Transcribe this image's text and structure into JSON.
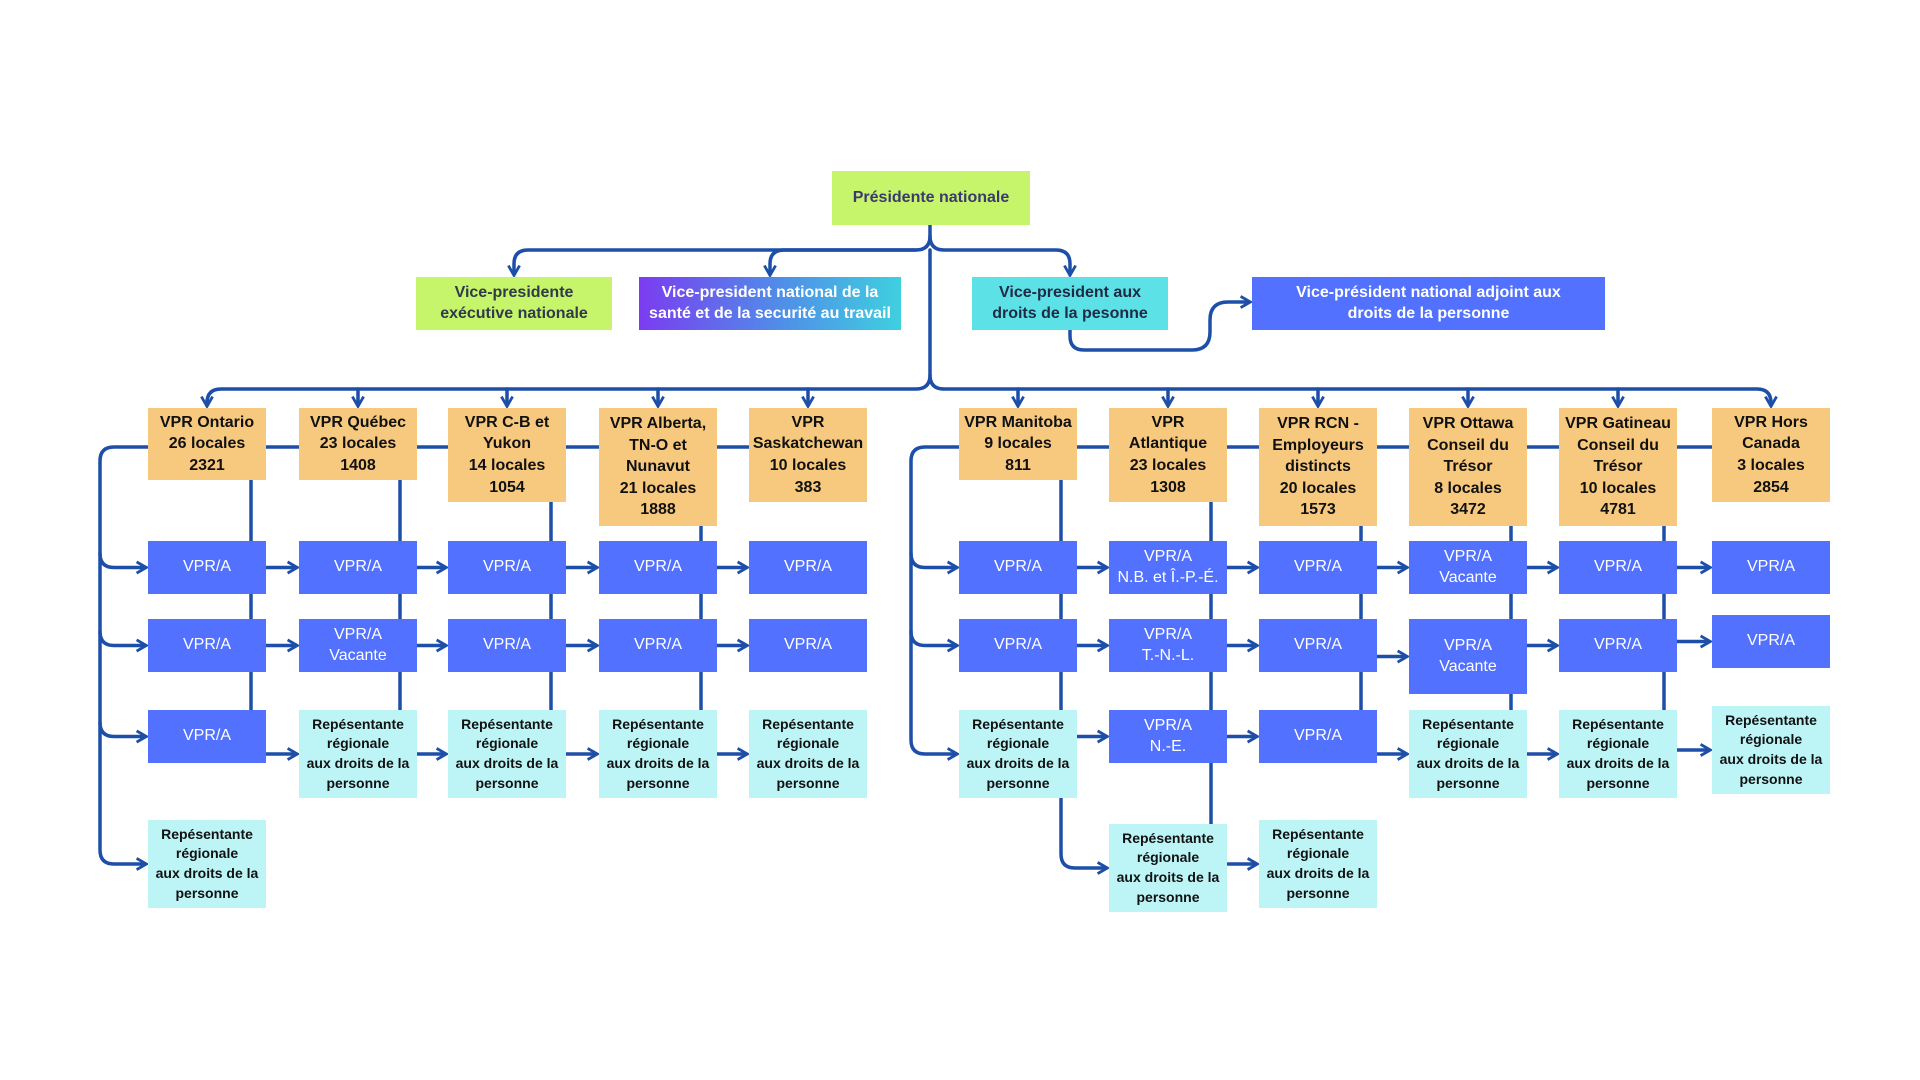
{
  "top": {
    "lines": [
      "Présidente nationale"
    ]
  },
  "executives": [
    {
      "name": "vp-executive-box",
      "style": "green",
      "lines": [
        "Vice-presidente",
        "exécutive nationale"
      ]
    },
    {
      "name": "vp-health-safety-box",
      "style": "grad",
      "lines": [
        "Vice-president national de la",
        "santé et de la securité au travail"
      ]
    },
    {
      "name": "vp-human-rights-box",
      "style": "teal",
      "lines": [
        "Vice-president aux",
        "droits de la pesonne"
      ]
    },
    {
      "name": "vp-deputy-human-rights-box",
      "style": "bluebig",
      "lines": [
        "Vice-président national adjoint aux",
        "droits de la personne"
      ]
    }
  ],
  "regions": [
    {
      "id": "ontario",
      "header": [
        "VPR Ontario",
        "26 locales",
        "2321"
      ],
      "children": [
        {
          "type": "vpr",
          "lines": [
            "VPR/A"
          ]
        },
        {
          "type": "vpr",
          "lines": [
            "VPR/A"
          ]
        },
        {
          "type": "vpr",
          "lines": [
            "VPR/A"
          ]
        },
        {
          "type": "rep",
          "lines": [
            "Repésentante",
            "régionale",
            "aux droits de la",
            "personne"
          ]
        }
      ]
    },
    {
      "id": "quebec",
      "header": [
        "VPR Québec",
        "23 locales",
        "1408"
      ],
      "children": [
        {
          "type": "vpr",
          "lines": [
            "VPR/A"
          ]
        },
        {
          "type": "vpr",
          "lines": [
            "VPR/A",
            "Vacante"
          ]
        },
        {
          "type": "rep",
          "lines": [
            "Repésentante",
            "régionale",
            "aux droits de la",
            "personne"
          ]
        }
      ]
    },
    {
      "id": "cb-yukon",
      "header": [
        "VPR C-B et",
        "Yukon",
        "14 locales",
        "1054"
      ],
      "children": [
        {
          "type": "vpr",
          "lines": [
            "VPR/A"
          ]
        },
        {
          "type": "vpr",
          "lines": [
            "VPR/A"
          ]
        },
        {
          "type": "rep",
          "lines": [
            "Repésentante",
            "régionale",
            "aux droits de la",
            "personne"
          ]
        }
      ]
    },
    {
      "id": "alberta",
      "header": [
        "VPR Alberta,",
        "TN-O et",
        "Nunavut",
        "21 locales",
        "1888"
      ],
      "children": [
        {
          "type": "vpr",
          "lines": [
            "VPR/A"
          ]
        },
        {
          "type": "vpr",
          "lines": [
            "VPR/A"
          ]
        },
        {
          "type": "rep",
          "lines": [
            "Repésentante",
            "régionale",
            "aux droits de la",
            "personne"
          ]
        }
      ]
    },
    {
      "id": "saskatchewan",
      "header": [
        "VPR",
        "Saskatchewan",
        "10 locales",
        "383"
      ],
      "children": [
        {
          "type": "vpr",
          "lines": [
            "VPR/A"
          ]
        },
        {
          "type": "vpr",
          "lines": [
            "VPR/A"
          ]
        },
        {
          "type": "rep",
          "lines": [
            "Repésentante",
            "régionale",
            "aux droits de la",
            "personne"
          ]
        }
      ]
    },
    {
      "id": "manitoba",
      "header": [
        "VPR Manitoba",
        "9 locales",
        "811"
      ],
      "children": [
        {
          "type": "vpr",
          "lines": [
            "VPR/A"
          ]
        },
        {
          "type": "vpr",
          "lines": [
            "VPR/A"
          ]
        },
        {
          "type": "rep",
          "lines": [
            "Repésentante",
            "régionale",
            "aux droits de la",
            "personne"
          ]
        }
      ]
    },
    {
      "id": "atlantique",
      "header": [
        "VPR",
        "Atlantique",
        "23 locales",
        "1308"
      ],
      "children": [
        {
          "type": "vpr",
          "lines": [
            "VPR/A",
            "N.B. et Î.-P.-É."
          ]
        },
        {
          "type": "vpr",
          "lines": [
            "VPR/A",
            "T.-N.-L."
          ]
        },
        {
          "type": "vpr",
          "lines": [
            "VPR/A",
            "N.-E."
          ]
        },
        {
          "type": "rep",
          "lines": [
            "Repésentante",
            "régionale",
            "aux droits de la",
            "personne"
          ]
        }
      ]
    },
    {
      "id": "rcn",
      "header": [
        "VPR RCN -",
        "Employeurs",
        "distincts",
        "20 locales",
        "1573"
      ],
      "children": [
        {
          "type": "vpr",
          "lines": [
            "VPR/A"
          ]
        },
        {
          "type": "vpr",
          "lines": [
            "VPR/A"
          ]
        },
        {
          "type": "vpr",
          "lines": [
            "VPR/A"
          ]
        },
        {
          "type": "rep",
          "lines": [
            "Repésentante",
            "régionale",
            "aux droits de la",
            "personne"
          ]
        }
      ]
    },
    {
      "id": "ottawa",
      "header": [
        "VPR Ottawa",
        "Conseil du",
        "Trésor",
        "8 locales",
        "3472"
      ],
      "children": [
        {
          "type": "vpr",
          "lines": [
            "VPR/A",
            "Vacante"
          ]
        },
        {
          "type": "vpr",
          "lines": [
            "VPR/A",
            "Vacante"
          ]
        },
        {
          "type": "rep",
          "lines": [
            "Repésentante",
            "régionale",
            "aux droits de la",
            "personne"
          ]
        }
      ]
    },
    {
      "id": "gatineau",
      "header": [
        "VPR Gatineau",
        "Conseil du",
        "Trésor",
        "10 locales",
        "4781"
      ],
      "children": [
        {
          "type": "vpr",
          "lines": [
            "VPR/A"
          ]
        },
        {
          "type": "vpr",
          "lines": [
            "VPR/A"
          ]
        },
        {
          "type": "rep",
          "lines": [
            "Repésentante",
            "régionale",
            "aux droits de la",
            "personne"
          ]
        }
      ]
    },
    {
      "id": "hors-canada",
      "header": [
        "VPR Hors",
        "Canada",
        "3 locales",
        "2854"
      ],
      "children": [
        {
          "type": "vpr",
          "lines": [
            "VPR/A"
          ]
        },
        {
          "type": "vpr",
          "lines": [
            "VPR/A"
          ]
        },
        {
          "type": "rep",
          "lines": [
            "Repésentante",
            "régionale",
            "aux droits de la",
            "personne"
          ]
        }
      ]
    }
  ],
  "colors": {
    "connector": "#1d4fa8",
    "green": "#c6f56b",
    "teal": "#5ce1e6",
    "blue": "#5271ff",
    "orange": "#f7c97e",
    "cyan": "#bdf5f7"
  }
}
